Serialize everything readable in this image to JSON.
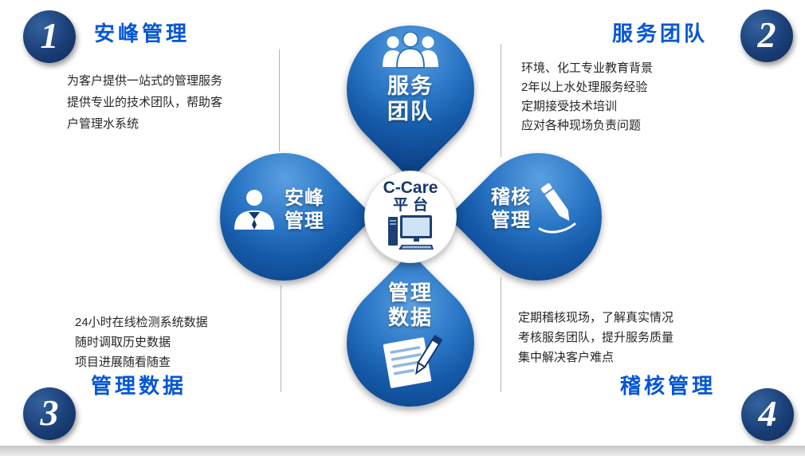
{
  "page": {
    "background": "#ffffff",
    "footer_bar_color": "#d9d9d9"
  },
  "colors": {
    "accent_blue": "#0356d6",
    "petal_light": "#5b9fe0",
    "petal_mid": "#2a76c6",
    "petal_dark": "#0a3a7d",
    "badge_navy": "#16386e",
    "center_text": "#16386e"
  },
  "center": {
    "title": "C-Care",
    "subtitle": "平台",
    "icon": "computer-icon"
  },
  "petals": {
    "top": {
      "label": [
        "服务",
        "团队"
      ],
      "icon": "team-people-icon"
    },
    "left": {
      "label": [
        "安峰",
        "管理"
      ],
      "icon": "businessman-icon"
    },
    "right": {
      "label": [
        "稽核",
        "管理"
      ],
      "icon": "pencil-icon"
    },
    "bottom": {
      "label": [
        "管理",
        "数据"
      ],
      "icon": "document-pen-icon"
    }
  },
  "corners": {
    "top_left": {
      "number": "1",
      "heading": "安峰管理",
      "lines": [
        "为客户提供一站式的管理服务",
        "提供专业的技术团队，帮助客",
        "户管理水系统"
      ]
    },
    "top_right": {
      "number": "2",
      "heading": "服务团队",
      "lines": [
        "环境、化工专业教育背景",
        "2年以上水处理服务经验",
        "定期接受技术培训",
        "应对各种现场负责问题"
      ]
    },
    "bottom_left": {
      "number": "3",
      "heading": "管理数据",
      "lines": [
        "24小时在线检测系统数据",
        "随时调取历史数据",
        "项目进展随看随查"
      ]
    },
    "bottom_right": {
      "number": "4",
      "heading": "稽核管理",
      "lines": [
        "定期稽核现场，了解真实情况",
        "考核服务团队，提升服务质量",
        "集中解决客户难点"
      ]
    }
  }
}
